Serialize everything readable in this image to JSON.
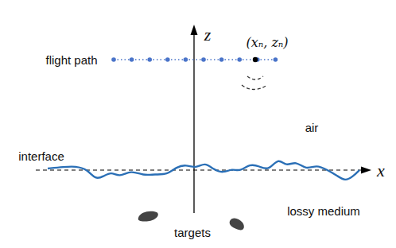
{
  "diagram": {
    "labels": [
      "z",
      "flight path",
      "(xₙ, zₙ)",
      "air",
      "interface",
      "x",
      "lossy medium",
      "targets"
    ]
  }
}
